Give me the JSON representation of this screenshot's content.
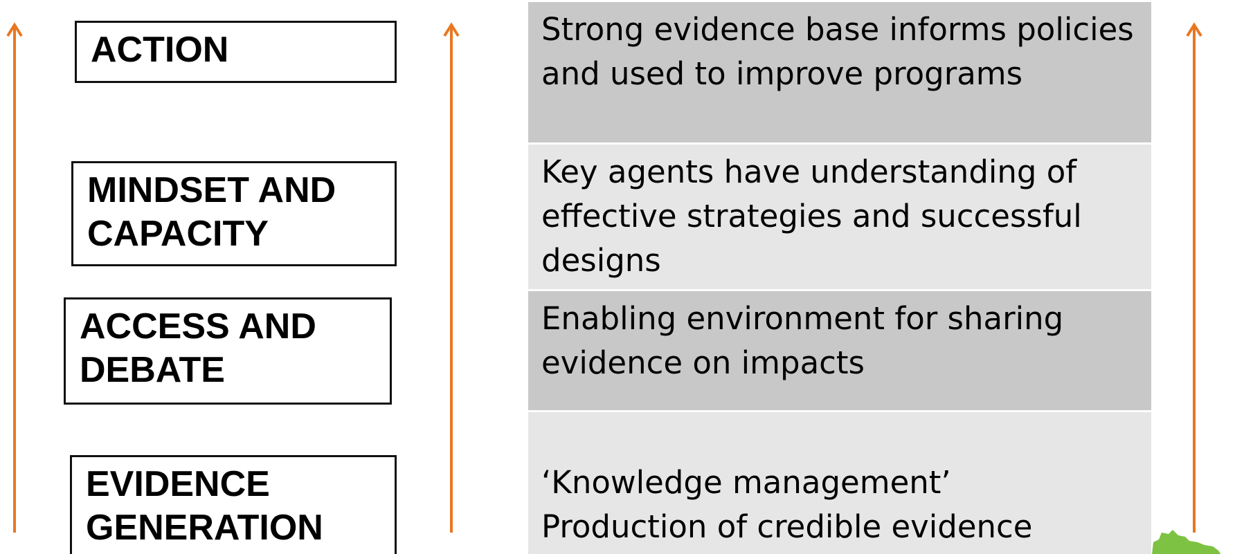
{
  "stages": [
    {
      "label": "ACTION"
    },
    {
      "label": "MINDSET AND\nCAPACITY"
    },
    {
      "label": "ACCESS AND\nDEBATE"
    },
    {
      "label": "EVIDENCE\nGENERATION"
    }
  ],
  "outcomes": [
    {
      "lines": [
        "Strong evidence base informs policies",
        "and used to improve programs"
      ]
    },
    {
      "lines": [
        "Key agents have understanding of",
        "effective strategies and successful",
        "designs"
      ]
    },
    {
      "lines": [
        "Enabling environment for sharing",
        "evidence on impacts"
      ]
    },
    {
      "lines": [
        "‘Knowledge management’",
        "Production of credible evidence"
      ]
    }
  ],
  "colors": {
    "arrow": "#E87722",
    "panel_dark": "#C8C8C8",
    "panel_light": "#E6E6E6",
    "box_border": "#111111",
    "leaf_green": "#7DC242"
  },
  "icons": {
    "progression_arrow": "arrow-up-icon",
    "corner_graphic": "green-leaf-icon"
  }
}
